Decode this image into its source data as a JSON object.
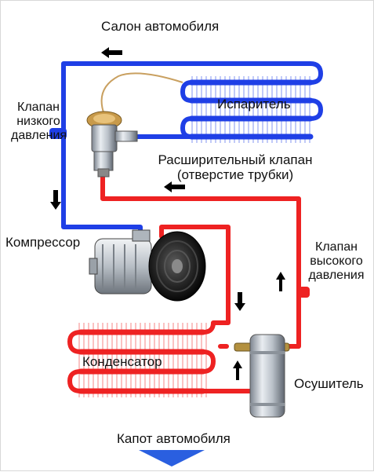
{
  "labels": {
    "cabin": "Салон автомобиля",
    "low_valve_1": "Клапан",
    "low_valve_2": "низкого",
    "low_valve_3": "давления",
    "evaporator": "Испаритель",
    "expansion_1": "Расширительный клапан",
    "expansion_2": "(отверстие трубки)",
    "compressor": "Компрессор",
    "high_valve_1": "Клапан",
    "high_valve_2": "высокого",
    "high_valve_3": "давления",
    "condenser": "Конденсатор",
    "dryer": "Осушитель",
    "hood": "Капот автомобиля"
  },
  "colors": {
    "low_pressure_line": "#1f3fe6",
    "high_pressure_line": "#ee2222",
    "arrow": "#000000",
    "hood_arrow": "#2a5fe0"
  }
}
